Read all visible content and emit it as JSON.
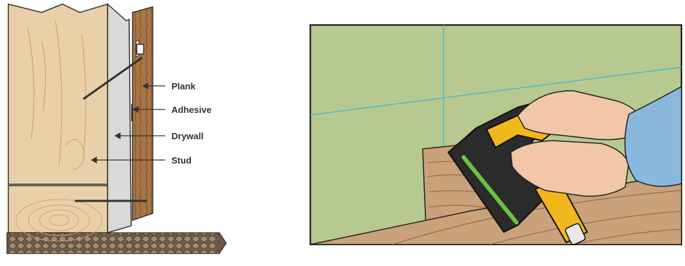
{
  "left_diagram": {
    "labels": {
      "plank": "Plank",
      "adhesive": "Adhesive",
      "drywall": "Drywall",
      "stud": "Stud"
    },
    "colors": {
      "stud": "#ead0a8",
      "drywall": "#d9d9d9",
      "plank": "#a87646",
      "floor": "#8a7560",
      "outline": "#333333"
    }
  },
  "right_illustration": {
    "description_icon": "nail-gun-icon",
    "colors": {
      "wall": "#b8c990",
      "chalk_line": "#3fb7d6",
      "wood": "#c9a27a",
      "tool_yellow": "#f2b71b",
      "tool_black": "#2b2b2b",
      "tool_green": "#6ac23d",
      "skin": "#f1c7a8",
      "sleeve": "#8ab8dd"
    }
  }
}
